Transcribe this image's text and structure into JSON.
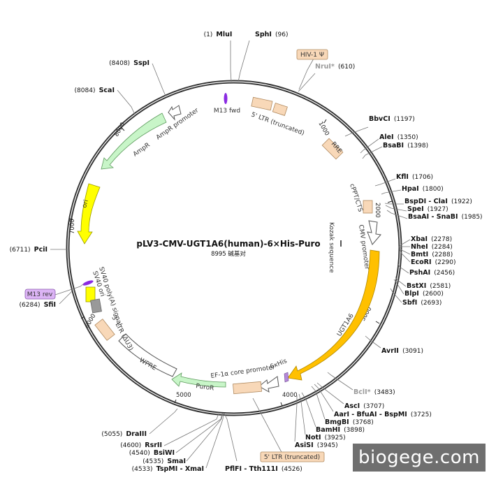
{
  "map": {
    "name": "pLV3-CMV-UGT1A6(human)-6×His-Puro",
    "size": "8995 碱基对",
    "ticks": [
      "1000",
      "2000",
      "3000",
      "4000",
      "5000",
      "6000",
      "7000",
      "8000"
    ]
  },
  "sites": [
    {
      "name": "MluI",
      "pos": "(1)"
    },
    {
      "name": "SphI",
      "pos": "(96)"
    },
    {
      "name": "NruI*",
      "pos": "(610)"
    },
    {
      "name": "BbvCI",
      "pos": "(1197)"
    },
    {
      "name": "AleI",
      "pos": "(1350)"
    },
    {
      "name": "BsaBI",
      "pos": "(1398)"
    },
    {
      "name": "KflI",
      "pos": "(1706)"
    },
    {
      "name": "HpaI",
      "pos": "(1800)"
    },
    {
      "name": "BspDI - ClaI",
      "pos": "(1922)"
    },
    {
      "name": "SpeI",
      "pos": "(1927)"
    },
    {
      "name": "BsaAI - SnaBI",
      "pos": "(1985)"
    },
    {
      "name": "XbaI",
      "pos": "(2278)"
    },
    {
      "name": "NheI",
      "pos": "(2284)"
    },
    {
      "name": "BmtI",
      "pos": "(2288)"
    },
    {
      "name": "EcoRI",
      "pos": "(2290)"
    },
    {
      "name": "PshAI",
      "pos": "(2456)"
    },
    {
      "name": "BstXI",
      "pos": "(2581)"
    },
    {
      "name": "BlpI",
      "pos": "(2600)"
    },
    {
      "name": "SbfI",
      "pos": "(2693)"
    },
    {
      "name": "AvrII",
      "pos": "(3091)"
    },
    {
      "name": "BclI*",
      "pos": "(3483)"
    },
    {
      "name": "AscI",
      "pos": "(3707)"
    },
    {
      "name": "AarI - BfuAI - BspMI",
      "pos": "(3725)"
    },
    {
      "name": "BmgBI",
      "pos": "(3768)"
    },
    {
      "name": "BamHI",
      "pos": "(3898)"
    },
    {
      "name": "NotI",
      "pos": "(3925)"
    },
    {
      "name": "AsiSI",
      "pos": "(3945)"
    },
    {
      "name": "PflFI - Tth111I",
      "pos": "(4526)"
    },
    {
      "name": "TspMI - XmaI",
      "pos": "(4533)"
    },
    {
      "name": "SmaI",
      "pos": "(4535)"
    },
    {
      "name": "BsiWI",
      "pos": "(4540)"
    },
    {
      "name": "RsrII",
      "pos": "(4600)"
    },
    {
      "name": "DraIII",
      "pos": "(5055)"
    },
    {
      "name": "SfiI",
      "pos": "(6284)"
    },
    {
      "name": "PciI",
      "pos": "(6711)"
    },
    {
      "name": "ScaI",
      "pos": "(8084)"
    },
    {
      "name": "SspI",
      "pos": "(8408)"
    }
  ],
  "features": {
    "m13_fwd": "M13 fwd",
    "ltr5_trunc": "5' LTR (truncated)",
    "rre": "RRE",
    "cppt": "cPPT/CTS",
    "cmv": "CMV promoter",
    "kozak": "Kozak sequence",
    "ugt1a6": "UGT1A6",
    "his6": "6xHis",
    "ef1a": "EF-1α core promoter",
    "puror": "PuroR",
    "wpre": "WPRE",
    "ltr3": "3' LTR (ΔU3)",
    "sv40_polya": "SV40 poly(A) signal",
    "sv40_ori": "SV40 ori",
    "ori": "ori",
    "ampr": "AmpR",
    "ampr_promoter": "AmpR promoter"
  },
  "boxed_labels": {
    "hiv1_psi": "HIV-1 Ψ",
    "m13_rev": "M13 rev",
    "ltr5_bottom": "5' LTR (truncated)"
  },
  "watermark": "biogege.com",
  "colors": {
    "backbone": "#333333",
    "ltr": "#f8d8b8",
    "cds_gene": "#ffc000",
    "ori": "#ffff00",
    "ampr": "#c8f5c8",
    "puror": "#c8f5c8",
    "generic": "#ffffff",
    "sv40_ori": "#999999",
    "primer": "#8a2be2",
    "m13_rev_box": "#dcb4f5",
    "watermark_bg": "#6f6f6f"
  }
}
